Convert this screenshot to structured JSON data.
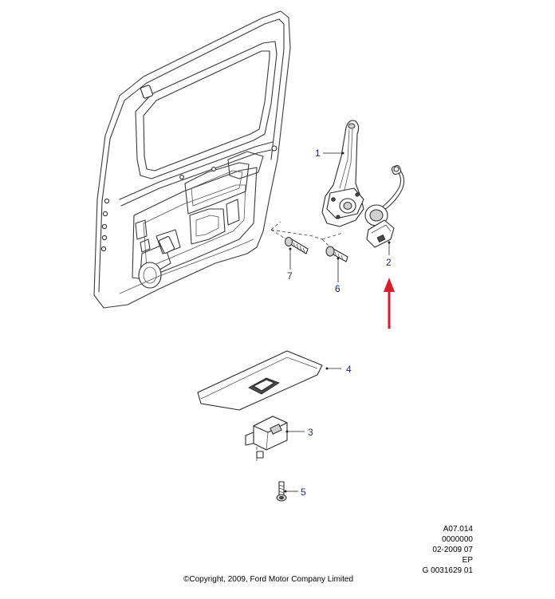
{
  "callouts": {
    "c1": "1",
    "c2": "2",
    "c3": "3",
    "c4": "4",
    "c5": "5",
    "c6": "6",
    "c7": "7"
  },
  "reference_block": {
    "line1": "A07.014",
    "line2": "0000000",
    "line3": "02-2009 07",
    "line4": "EP",
    "line5": "G 0031629 01"
  },
  "copyright": "©Copyright, 2009, Ford Motor Company Limited",
  "colors": {
    "callout_text": "#1a2a8a",
    "arrow": "#d81e2c",
    "line_art": "#2b2b2b"
  }
}
